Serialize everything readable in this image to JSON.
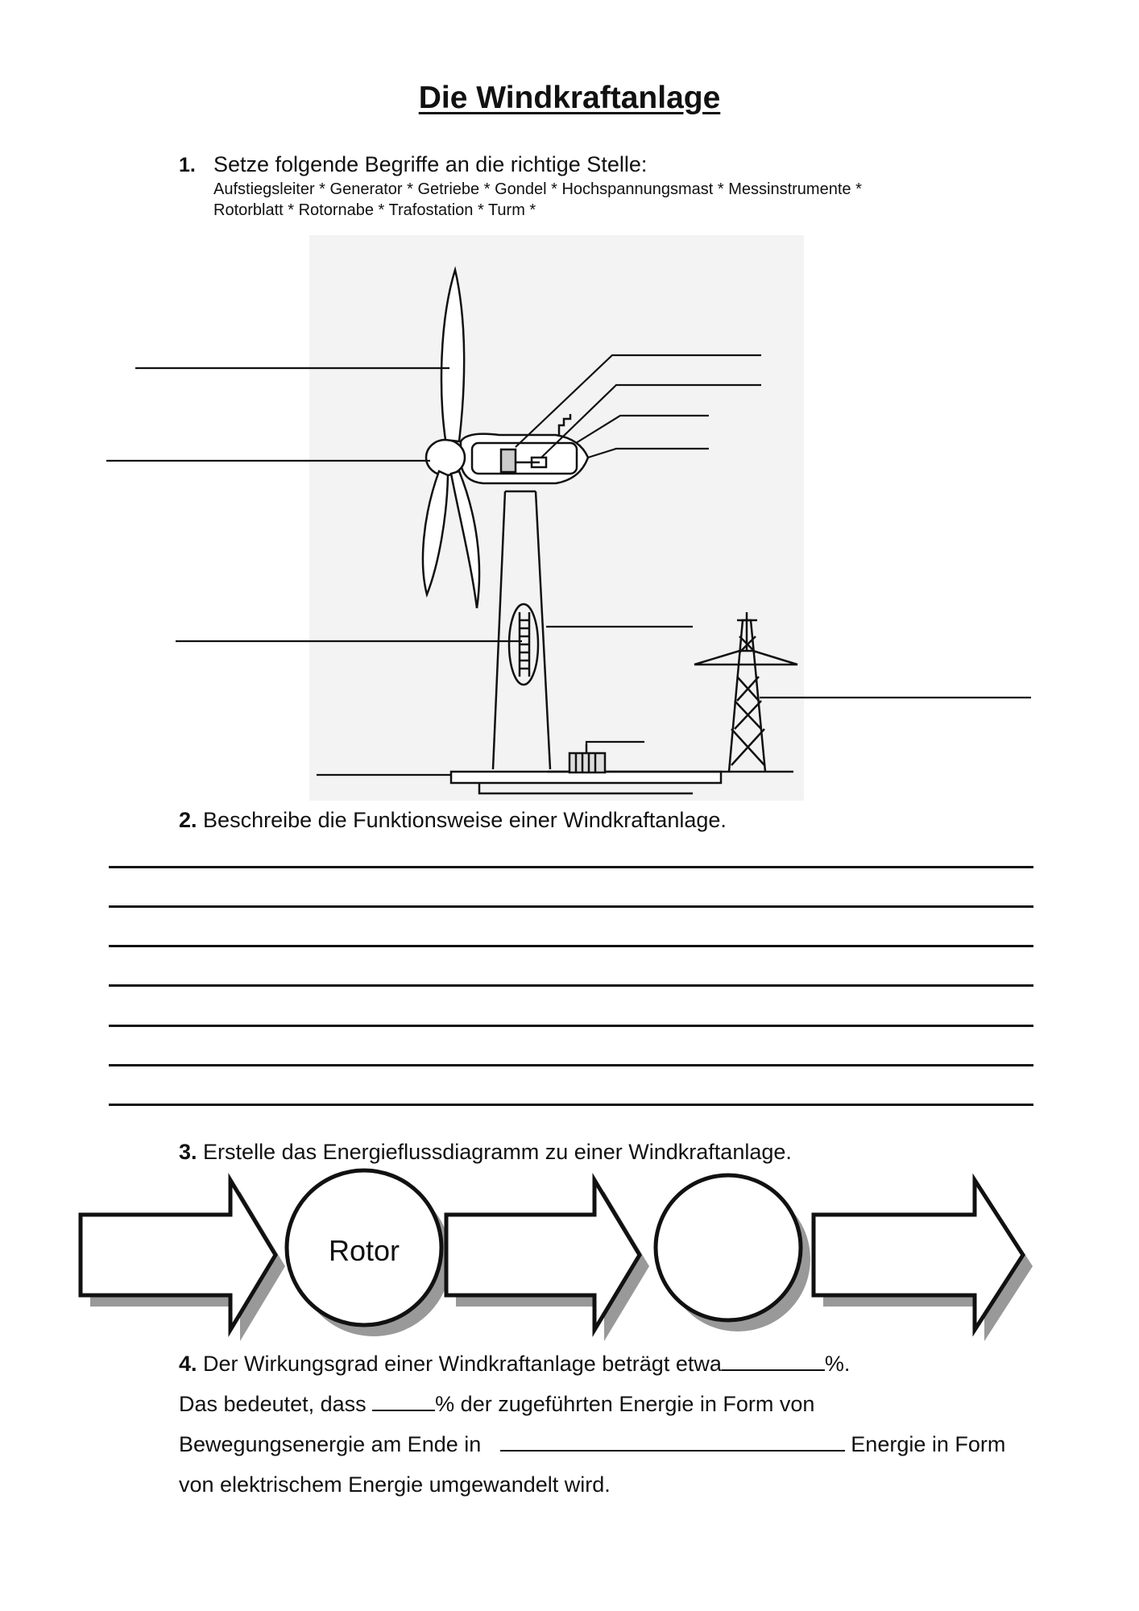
{
  "title": "Die Windkraftanlage",
  "task1": {
    "number": "1.",
    "instruction": "Setze folgende Begriffe an die richtige Stelle:",
    "terms_line1": "Aufstiegsleiter * Generator * Getriebe * Gondel * Hochspannungsmast * Messinstrumente *",
    "terms_line2": "Rotorblatt * Rotornabe * Trafostation * Turm *"
  },
  "task2": {
    "number": "2.",
    "text": "Beschreibe die Funktionsweise einer Windkraftanlage."
  },
  "task3": {
    "number": "3.",
    "text": "Erstelle das Energieflussdiagramm zu einer Windkraftanlage.",
    "circle1_label": "Rotor",
    "circle2_label": ""
  },
  "task4": {
    "number": "4.",
    "line1_a": "Der Wirkungsgrad einer Windkraftanlage beträgt etwa",
    "line1_b": "%.",
    "line2_a": "Das bedeutet, dass",
    "line2_b": "% der zugeführten Energie in Form von",
    "line3_a": "Bewegungsenergie am Ende in",
    "line3_b": "Energie in Form",
    "line4": "von elektrischem Energie umgewandelt wird."
  }
}
